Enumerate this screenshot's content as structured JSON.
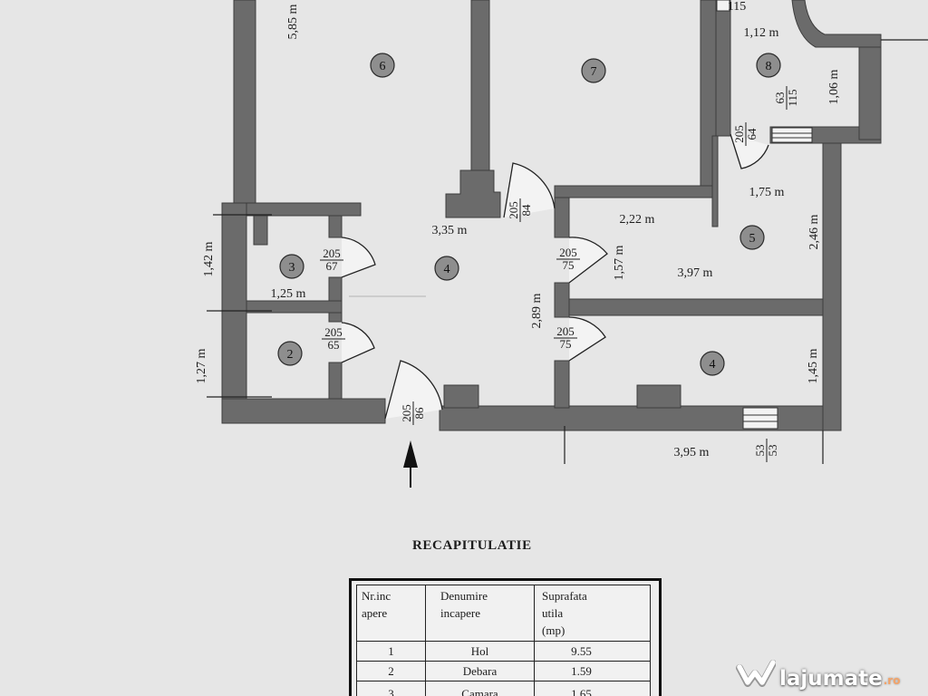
{
  "plan": {
    "rooms": [
      {
        "number": "6"
      },
      {
        "number": "7"
      },
      {
        "number": "8"
      },
      {
        "number": "5"
      },
      {
        "number": "4"
      },
      {
        "number": "3"
      },
      {
        "number": "2"
      },
      {
        "number": "4"
      }
    ],
    "dimensions": [
      "5,85 m",
      "115",
      "1,12 m",
      "1,06 m",
      "1,75 m",
      "3,35 m",
      "2,22 m",
      "2,46 m",
      "1,42 m",
      "1,57 m",
      "3,97 m",
      "1,25 m",
      "2,89 m",
      "1,27 m",
      "1,45 m",
      "3,95 m"
    ],
    "openings": [
      {
        "top": "205",
        "bottom": "64"
      },
      {
        "top": "63",
        "bottom": "115"
      },
      {
        "top": "205",
        "bottom": "84"
      },
      {
        "top": "205",
        "bottom": "67"
      },
      {
        "top": "205",
        "bottom": "75"
      },
      {
        "top": "205",
        "bottom": "65"
      },
      {
        "top": "205",
        "bottom": "75"
      },
      {
        "top": "205",
        "bottom": "86"
      },
      {
        "top": "53",
        "bottom": "53"
      }
    ],
    "entrance_icon": "arrow-up-icon"
  },
  "summary": {
    "title": "RECAPITULATIE",
    "headers": [
      "Nr.inc\napere",
      "Denumire\nincapere",
      "Suprafata\nutila\n(mp)"
    ],
    "rows": [
      {
        "nr": "1",
        "name": "Hol",
        "area": "9.55"
      },
      {
        "nr": "2",
        "name": "Debara",
        "area": "1.59"
      },
      {
        "nr": "3",
        "name": "Camara",
        "area": "1.65"
      }
    ]
  },
  "watermark": {
    "icon": "lajumate-logo-icon",
    "brand": "lajumate",
    "tld": ".ro"
  },
  "colors": {
    "page": "#e6e6e6",
    "wall": "#6b6b6b",
    "room_marker": "#8e8e8e",
    "watermark_tld": "#f2a46b"
  }
}
